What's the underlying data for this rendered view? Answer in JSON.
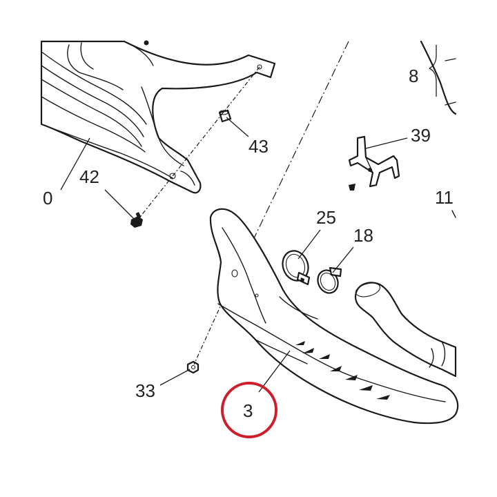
{
  "callouts": {
    "c8": "8",
    "c39": "39",
    "c43": "43",
    "c42": "42",
    "c0": "0",
    "c11": "11",
    "c25": "25",
    "c18": "18",
    "c33": "33",
    "c3": "3"
  },
  "highlight": {
    "part": "3",
    "color": "#cc1f2b"
  }
}
